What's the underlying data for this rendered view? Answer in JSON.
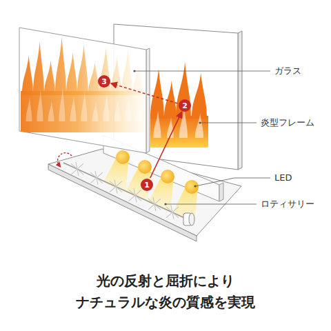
{
  "diagram": {
    "caption": "光の反射と屈折により ナチュラルな炎の質感を実現",
    "nodes": [
      {
        "text": [
          "1"
        ]
      },
      {
        "text": [
          "2"
        ]
      },
      {
        "text": [
          "3"
        ]
      }
    ],
    "edges": [
      {
        "from": 0,
        "to": 1,
        "arrow": "to"
      },
      {
        "from": 1,
        "to": 2,
        "arrow": "to"
      }
    ],
    "labels": [
      "ガラス",
      "炎型フレーム",
      "LED",
      "ロティサリー"
    ]
  }
}
